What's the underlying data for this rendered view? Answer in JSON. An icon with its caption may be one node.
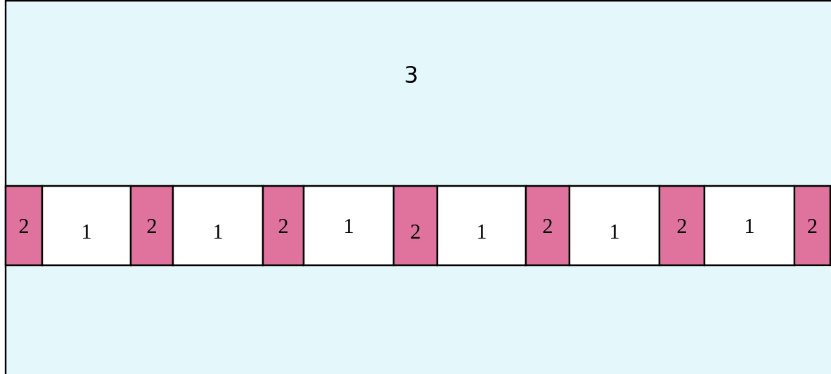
{
  "diagram": {
    "nodes": [
      {
        "text": [
          "3"
        ]
      },
      {
        "text": [
          "2"
        ],
        "in": 0
      },
      {
        "text": [
          "1"
        ],
        "in": 0
      },
      {
        "text": [
          "2"
        ],
        "in": 0
      },
      {
        "text": [
          "1"
        ],
        "in": 0
      },
      {
        "text": [
          "2"
        ],
        "in": 0
      },
      {
        "text": [
          "1"
        ],
        "in": 0
      },
      {
        "text": [
          "2"
        ],
        "in": 0
      },
      {
        "text": [
          "1"
        ],
        "in": 0
      },
      {
        "text": [
          "2"
        ],
        "in": 0
      },
      {
        "text": [
          "1"
        ],
        "in": 0
      },
      {
        "text": [
          "2"
        ],
        "in": 0
      },
      {
        "text": [
          "1"
        ],
        "in": 0
      },
      {
        "text": [
          "2"
        ],
        "in": 0
      }
    ]
  }
}
